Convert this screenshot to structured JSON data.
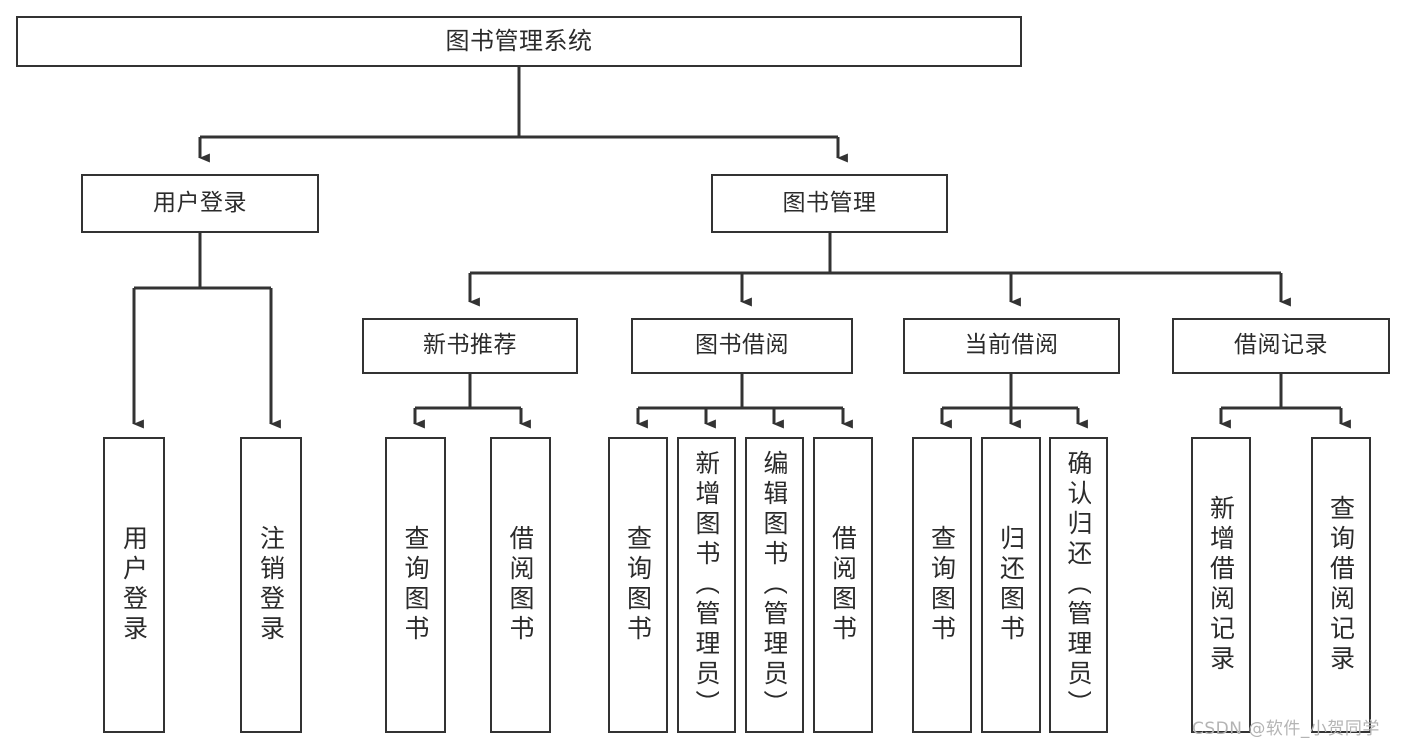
{
  "diagram": {
    "title": "图书管理系统",
    "type": "hierarchy-tree",
    "watermark": "CSDN @软件_小贺同学",
    "colors": {
      "background": "#ffffff",
      "node_border": "#333333",
      "node_fill": "#ffffff",
      "text": "#2b2b2b",
      "connector": "#333333",
      "watermark": "#b4b4b4"
    },
    "levels": [
      {
        "level": 1,
        "nodes": [
          {
            "id": "root",
            "label": "图书管理系统",
            "orientation": "horizontal"
          }
        ]
      },
      {
        "level": 2,
        "nodes": [
          {
            "id": "login",
            "label": "用户登录",
            "orientation": "horizontal",
            "parent": "root"
          },
          {
            "id": "bookmgmt",
            "label": "图书管理",
            "orientation": "horizontal",
            "parent": "root"
          }
        ]
      },
      {
        "level": 3,
        "nodes": [
          {
            "id": "newbook",
            "label": "新书推荐",
            "orientation": "horizontal",
            "parent": "bookmgmt"
          },
          {
            "id": "borrow",
            "label": "图书借阅",
            "orientation": "horizontal",
            "parent": "bookmgmt"
          },
          {
            "id": "current",
            "label": "当前借阅",
            "orientation": "horizontal",
            "parent": "bookmgmt"
          },
          {
            "id": "record",
            "label": "借阅记录",
            "orientation": "horizontal",
            "parent": "bookmgmt"
          }
        ]
      },
      {
        "level": 4,
        "nodes": [
          {
            "id": "leaf1",
            "label": "用户登录",
            "orientation": "vertical",
            "parent": "login"
          },
          {
            "id": "leaf2",
            "label": "注销登录",
            "orientation": "vertical",
            "parent": "login"
          },
          {
            "id": "leaf3",
            "label": "查询图书",
            "orientation": "vertical",
            "parent": "newbook"
          },
          {
            "id": "leaf4",
            "label": "借阅图书",
            "orientation": "vertical",
            "parent": "newbook"
          },
          {
            "id": "leaf5",
            "label": "查询图书",
            "orientation": "vertical",
            "parent": "borrow"
          },
          {
            "id": "leaf6",
            "label": "新增图书（管理员）",
            "orientation": "vertical",
            "parent": "borrow"
          },
          {
            "id": "leaf7",
            "label": "编辑图书（管理员）",
            "orientation": "vertical",
            "parent": "borrow"
          },
          {
            "id": "leaf8",
            "label": "借阅图书",
            "orientation": "vertical",
            "parent": "borrow"
          },
          {
            "id": "leaf9",
            "label": "查询图书",
            "orientation": "vertical",
            "parent": "current"
          },
          {
            "id": "leaf10",
            "label": "归还图书",
            "orientation": "vertical",
            "parent": "current"
          },
          {
            "id": "leaf11",
            "label": "确认归还（管理员）",
            "orientation": "vertical",
            "parent": "current"
          },
          {
            "id": "leaf12",
            "label": "新增借阅记录",
            "orientation": "vertical",
            "parent": "record"
          },
          {
            "id": "leaf13",
            "label": "查询借阅记录",
            "orientation": "vertical",
            "parent": "record"
          }
        ]
      }
    ]
  }
}
